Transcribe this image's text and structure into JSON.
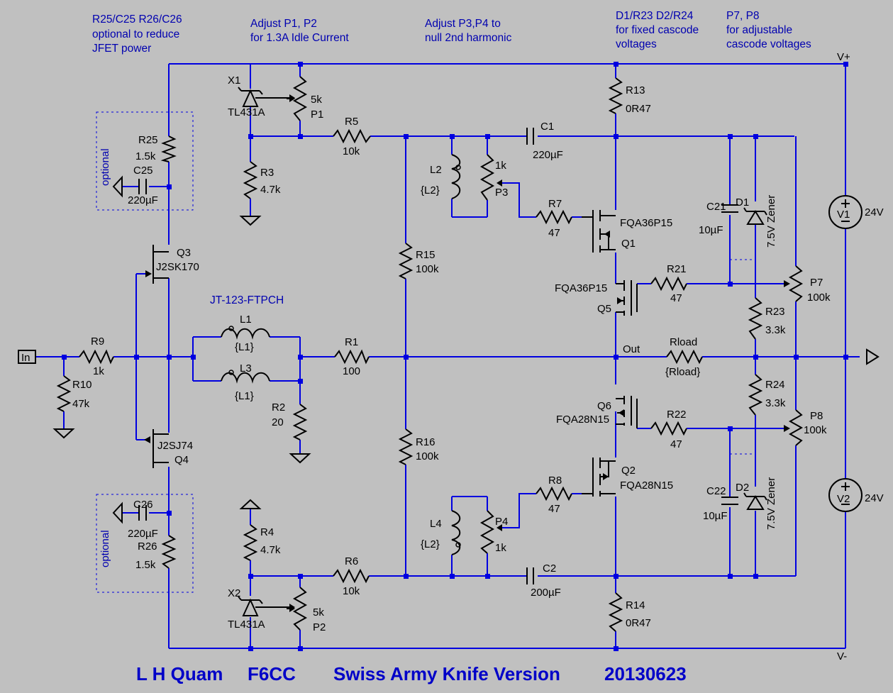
{
  "notes": {
    "note1": [
      "R25/C25 R26/C26",
      "optional to reduce",
      "JFET power"
    ],
    "note2": [
      "Adjust P1, P2",
      "for 1.3A Idle Current"
    ],
    "note3": [
      "Adjust P3,P4 to",
      "null 2nd harmonic"
    ],
    "note4": [
      "D1/R23 D2/R24",
      "for fixed cascode",
      "voltages"
    ],
    "note5": [
      "P7, P8",
      "for adjustable",
      "cascode voltages"
    ],
    "transformer": "JT-123-FTPCH",
    "optional_top": "optional",
    "optional_bottom": "optional"
  },
  "title": {
    "author": "L H Quam",
    "design": "F6CC",
    "version": "Swiss Army Knife Version",
    "date": "20130623"
  },
  "nets": {
    "vplus": "V+",
    "vminus": "V-",
    "out": "Out",
    "in": "In"
  },
  "parts": {
    "r25": [
      "R25",
      "1.5k"
    ],
    "c25": [
      "C25",
      "220µF"
    ],
    "r26": [
      "R26",
      "1.5k"
    ],
    "c26": [
      "C26",
      "220µF"
    ],
    "x1": [
      "X1",
      "TL431A"
    ],
    "x2": [
      "X2",
      "TL431A"
    ],
    "p1": [
      "5k",
      "P1"
    ],
    "p2": [
      "5k",
      "P2"
    ],
    "r3": [
      "R3",
      "4.7k"
    ],
    "r4": [
      "R4",
      "4.7k"
    ],
    "r5": [
      "R5",
      "10k"
    ],
    "r6": [
      "R6",
      "10k"
    ],
    "c1": [
      "C1",
      "220µF"
    ],
    "c2": [
      "C2",
      "200µF"
    ],
    "l2": [
      "L2",
      "{L2}"
    ],
    "l4": [
      "L4",
      "{L2}"
    ],
    "p3": [
      "1k",
      "P3"
    ],
    "p4": [
      "P4",
      "1k"
    ],
    "r7": [
      "R7",
      "47"
    ],
    "r8": [
      "R8",
      "47"
    ],
    "q1": [
      "FQA36P15",
      "Q1"
    ],
    "q2": [
      "Q2",
      "FQA28N15"
    ],
    "q5": [
      "FQA36P15",
      "Q5"
    ],
    "q6": [
      "Q6",
      "FQA28N15"
    ],
    "r13": [
      "R13",
      "0R47"
    ],
    "r14": [
      "R14",
      "0R47"
    ],
    "r15": [
      "R15",
      "100k"
    ],
    "r16": [
      "R16",
      "100k"
    ],
    "r21": [
      "R21",
      "47"
    ],
    "r22": [
      "R22",
      "47"
    ],
    "c21": [
      "C21",
      "10µF"
    ],
    "c22": [
      "C22",
      "10µF"
    ],
    "d1": [
      "D1",
      "7.5V Zener"
    ],
    "d2": [
      "D2",
      "7.5V Zener"
    ],
    "r23": [
      "R23",
      "3.3k"
    ],
    "r24": [
      "R24",
      "3.3k"
    ],
    "p7": [
      "P7",
      "100k"
    ],
    "p8": [
      "P8",
      "100k"
    ],
    "v1": [
      "V1",
      "24V"
    ],
    "v2": [
      "V2",
      "24V"
    ],
    "q3": [
      "Q3",
      "J2SK170"
    ],
    "q4": [
      "J2SJ74",
      "Q4"
    ],
    "l1": [
      "L1",
      "{L1}"
    ],
    "l3": [
      "L3",
      "{L1}"
    ],
    "r1": [
      "R1",
      "100"
    ],
    "r2": [
      "R2",
      "20"
    ],
    "r9": [
      "R9",
      "1k"
    ],
    "r10": [
      "R10",
      "47k"
    ],
    "rload": [
      "Rload",
      "{Rload}"
    ]
  },
  "colors": {
    "background": "#C0C0C0",
    "wire": "#0000E0",
    "component": "#000000",
    "text": "#0000B0"
  }
}
